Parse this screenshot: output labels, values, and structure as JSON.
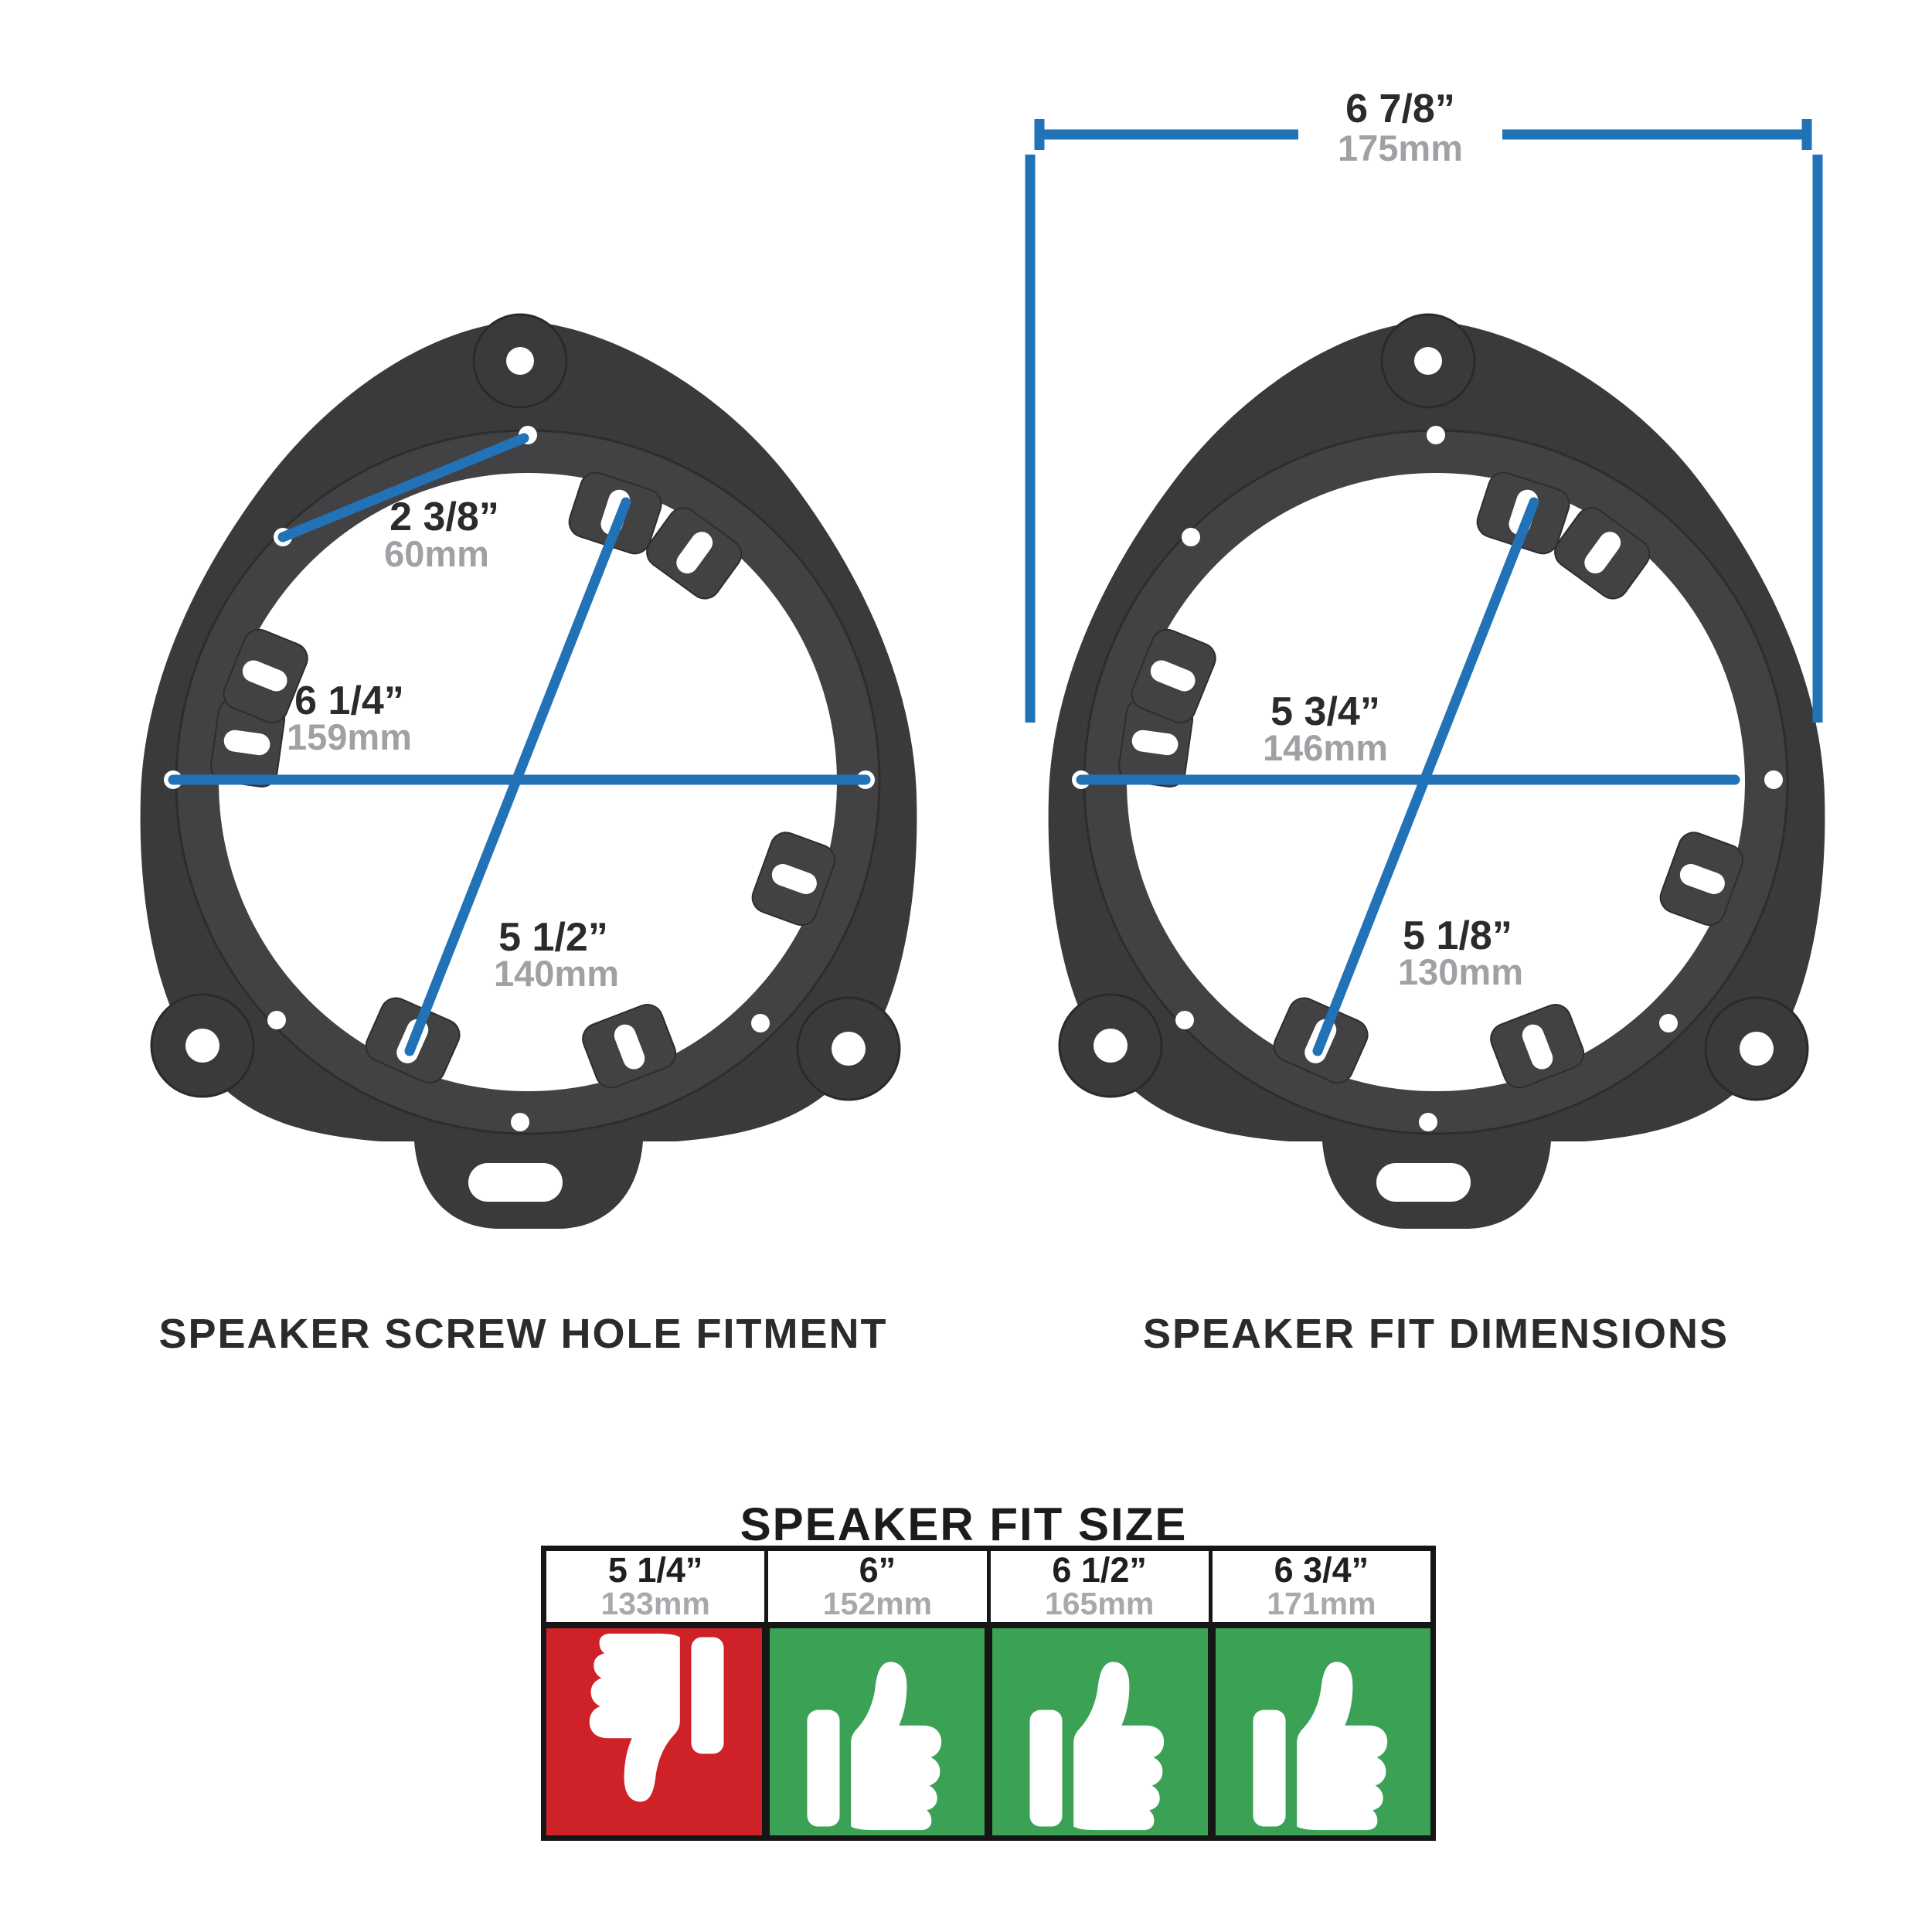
{
  "colors": {
    "dimension_line_blue": "#2272b8",
    "bracket_body": "#3a3a3c",
    "bracket_ring": "#424245",
    "label_dark": "#2b2b2d",
    "label_gray": "#9fa1a4",
    "no_fit_red": "#cf2128",
    "fit_green": "#3aa155",
    "table_border_black": "#161616"
  },
  "left_diagram": {
    "caption": "SPEAKER SCREW HOLE FITMENT",
    "dims": [
      {
        "inches": "2 3/8”",
        "mm": "60mm"
      },
      {
        "inches": "6 1/4”",
        "mm": "159mm"
      },
      {
        "inches": "5 1/2”",
        "mm": "140mm"
      }
    ]
  },
  "right_diagram": {
    "caption": "SPEAKER FIT DIMENSIONS",
    "dims": [
      {
        "inches": "6 7/8”",
        "mm": "175mm"
      },
      {
        "inches": "5 3/4”",
        "mm": "146mm"
      },
      {
        "inches": "5 1/8”",
        "mm": "130mm"
      }
    ]
  },
  "fit_table": {
    "title": "SPEAKER FIT SIZE",
    "columns": [
      {
        "inches": "5 1/4”",
        "mm": "133mm",
        "fits": false
      },
      {
        "inches": "6”",
        "mm": "152mm",
        "fits": true
      },
      {
        "inches": "6 1/2”",
        "mm": "165mm",
        "fits": true
      },
      {
        "inches": "6 3/4”",
        "mm": "171mm",
        "fits": true
      }
    ]
  }
}
